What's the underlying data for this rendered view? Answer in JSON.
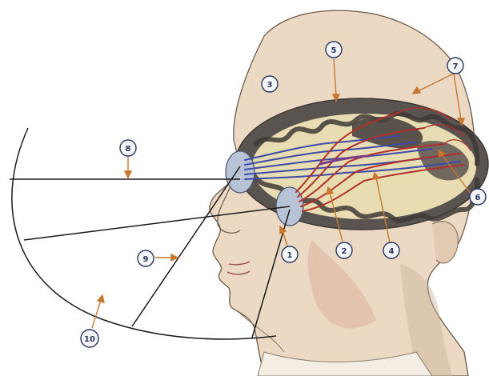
{
  "callouts": [
    {
      "id": "1",
      "label": "1"
    },
    {
      "id": "2",
      "label": "2"
    },
    {
      "id": "3",
      "label": "3"
    },
    {
      "id": "4",
      "label": "4"
    },
    {
      "id": "5",
      "label": "5"
    },
    {
      "id": "6",
      "label": "6"
    },
    {
      "id": "7",
      "label": "7"
    },
    {
      "id": "8",
      "label": "8"
    },
    {
      "id": "9",
      "label": "9"
    },
    {
      "id": "10",
      "label": "10"
    }
  ],
  "colors": {
    "skin": "#ecd9c4",
    "brain_gray": "#5a5450",
    "white_matter": "#e7dcb2",
    "pathway_blue": "#3b4aa8",
    "pathway_red": "#b1302b",
    "arrow_orange": "#c8772f",
    "line_black": "#1a1a1a",
    "callout_fill": "#f4f6fb",
    "callout_stroke": "#2a3560"
  }
}
